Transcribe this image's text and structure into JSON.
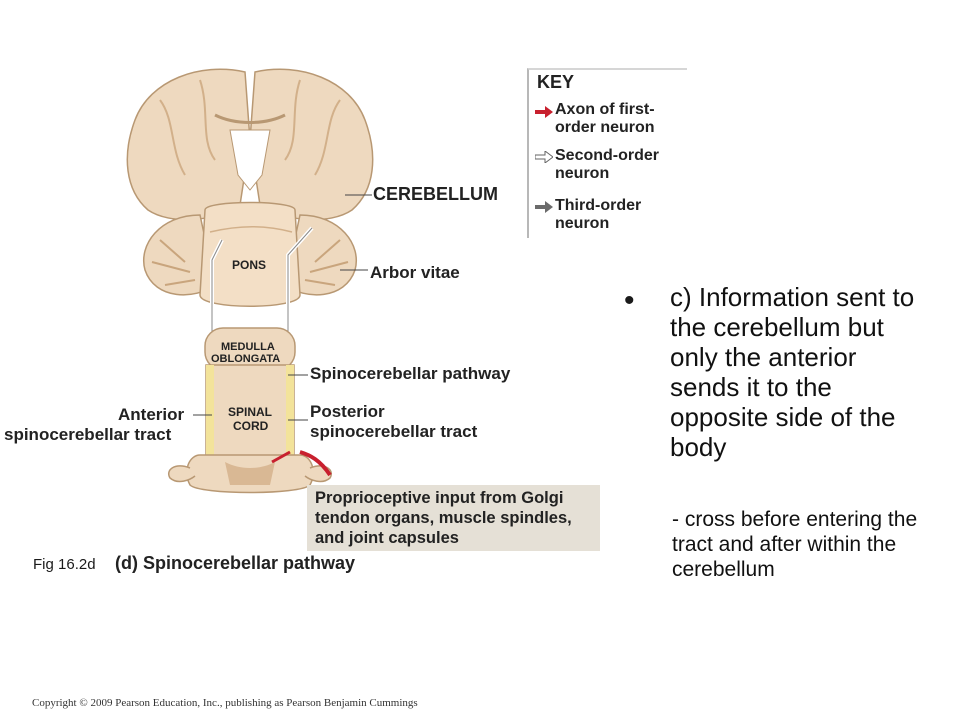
{
  "key": {
    "title": "KEY",
    "items": [
      {
        "label": "Axon of first-order neuron",
        "icon": "red-arrow-icon",
        "color": "#c8202e"
      },
      {
        "label": "Second-order neuron",
        "icon": "white-arrow-icon",
        "color": "#ffffff"
      },
      {
        "label": "Third-order neuron",
        "icon": "gray-arrow-icon",
        "color": "#6b6b6b"
      }
    ]
  },
  "labels": {
    "cerebellum": "CEREBELLUM",
    "pons": "PONS",
    "arbor_vitae": "Arbor vitae",
    "medulla_line1": "MEDULLA",
    "medulla_line2": "OBLONGATA",
    "spinocerebellar_pathway": "Spinocerebellar pathway",
    "spinal_line1": "SPINAL",
    "spinal_line2": "CORD",
    "anterior_line1": "Anterior",
    "anterior_line2": "spinocerebellar tract",
    "posterior_line1": "Posterior",
    "posterior_line2": "spinocerebellar tract",
    "proprioceptive": "Proprioceptive input from Golgi tendon organs, muscle spindles, and joint capsules",
    "fig_ref": "Fig 16.2d",
    "caption": "(d) Spinocerebellar pathway"
  },
  "text": {
    "bullet": "c) Information sent to the cerebellum but only the anterior sends it to the opposite side of the body",
    "sub": "- cross before entering the tract and after within the cerebellum"
  },
  "copyright": "Copyright © 2009 Pearson Education, Inc., publishing as Pearson Benjamin Cummings",
  "colors": {
    "tissue": "#eed9bf",
    "tissue_dark": "#d9b894",
    "outline": "#b89873",
    "yellow_tract": "#f3e39a",
    "red_axon": "#c8202e",
    "box_bg": "#e5e0d6"
  }
}
